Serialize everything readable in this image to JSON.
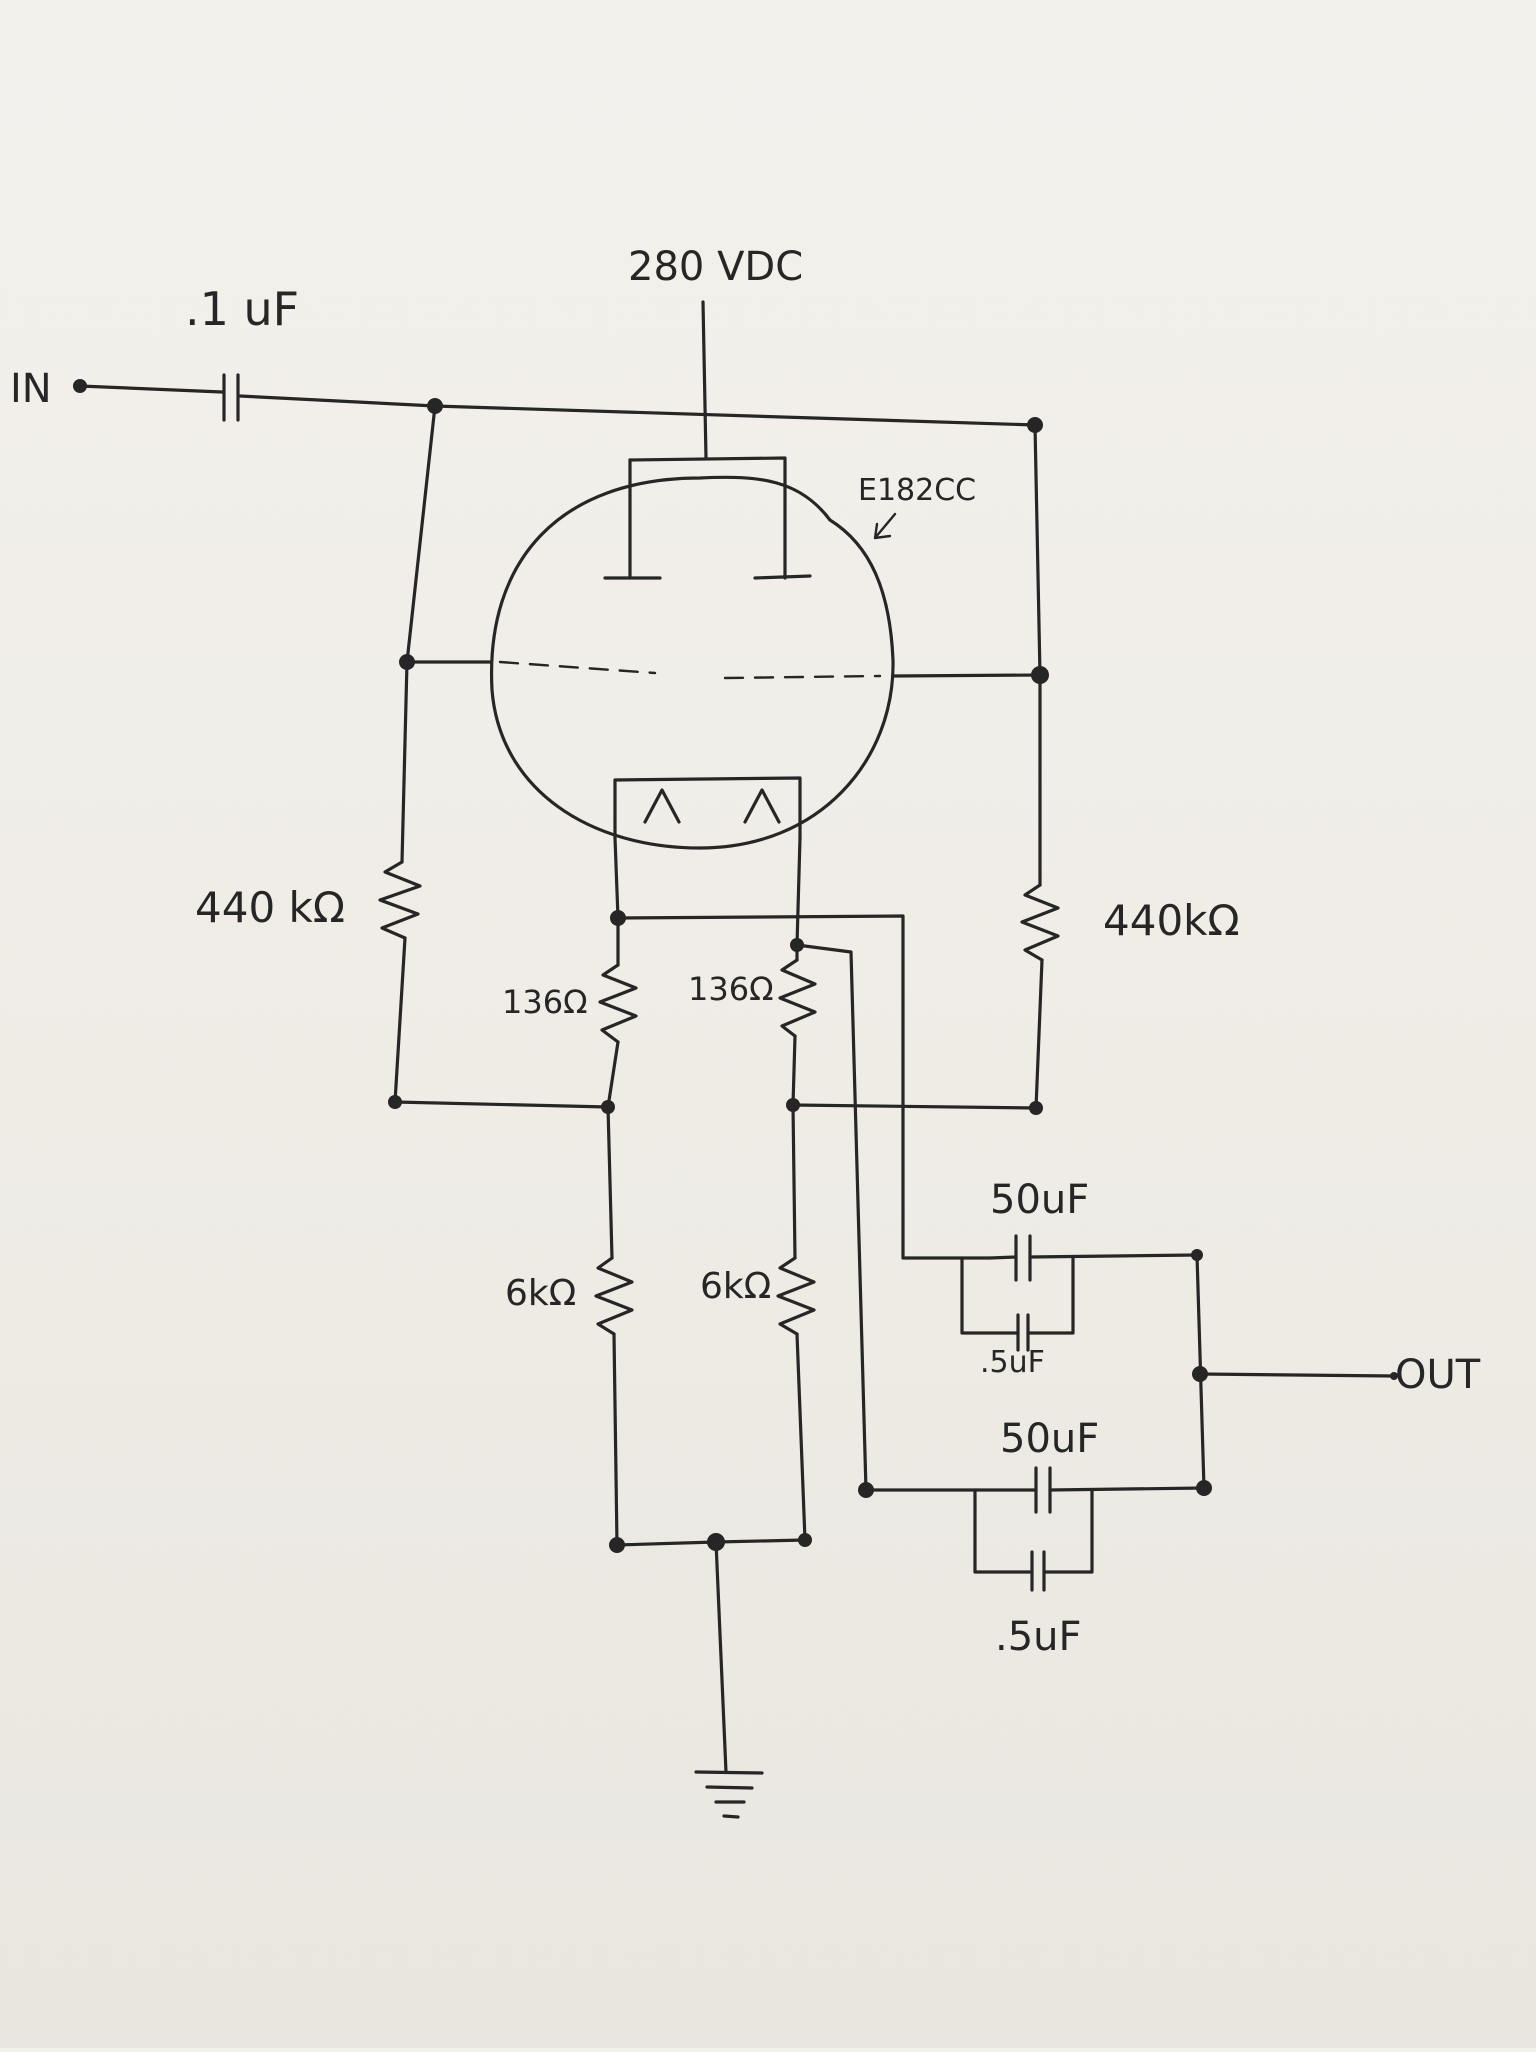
{
  "schematic": {
    "input_label": "IN",
    "output_label": "OUT",
    "supply_label": "280 VDC",
    "tube_label": "E182CC",
    "input_cap_label": ".1 uF",
    "grid_resistor_left_label": "440 kΩ",
    "grid_resistor_right_label": "440kΩ",
    "cathode_resistor_left_label": "136Ω",
    "cathode_resistor_right_label": "136Ω",
    "bias_resistor_left_label": "6kΩ",
    "bias_resistor_right_label": "6kΩ",
    "cap_upper_label": "50uF",
    "cap_upper_bypass_label": ".5uF",
    "cap_lower_label": "50uF",
    "cap_lower_bypass_label": ".5uF"
  }
}
